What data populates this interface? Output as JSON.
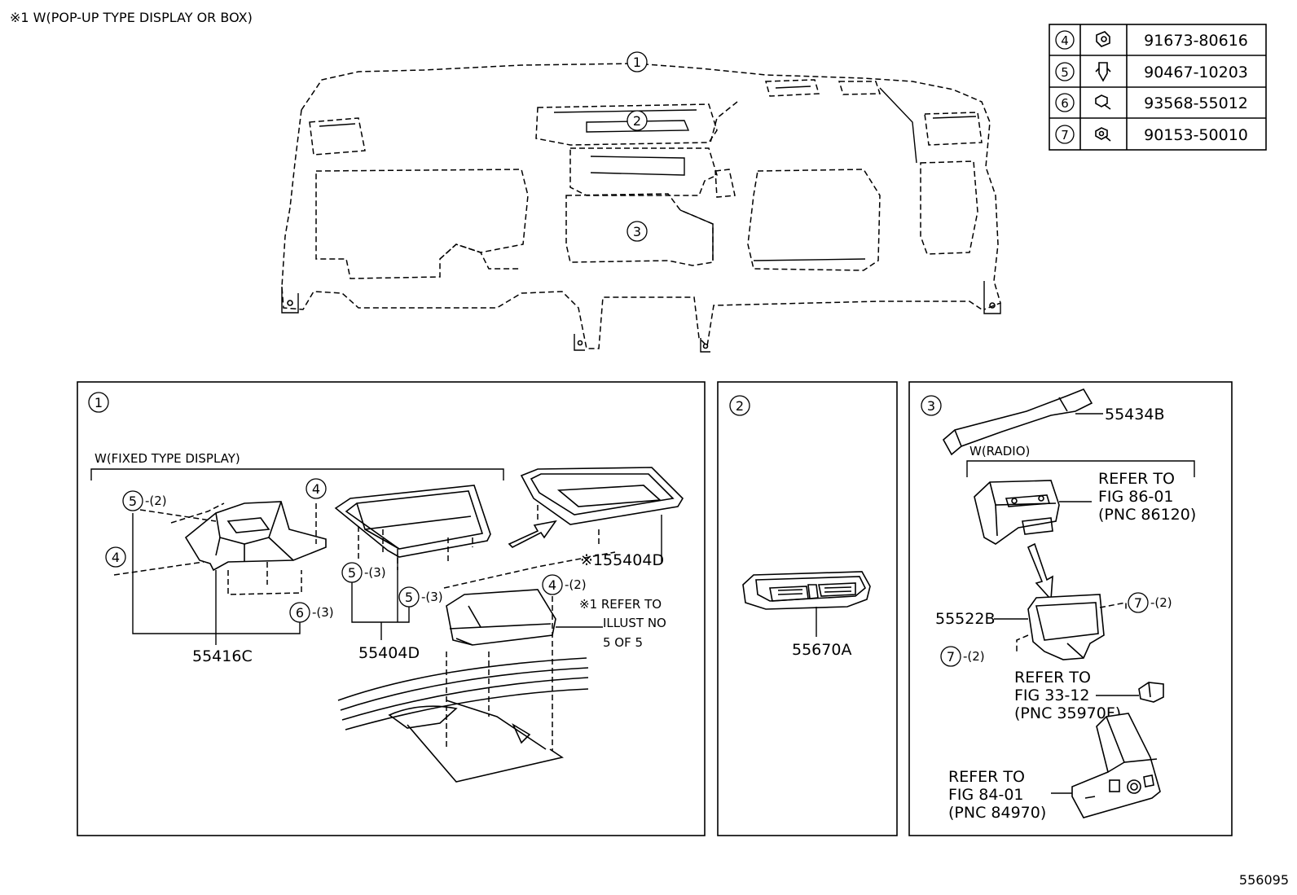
{
  "header": {
    "note": "※1 W(POP-UP TYPE DISPLAY OR BOX)",
    "figure_code": "556095"
  },
  "fastener_table": [
    {
      "ref": "4",
      "part_no": "91673-80616",
      "icon": "bolt-icon"
    },
    {
      "ref": "5",
      "part_no": "90467-10203",
      "icon": "clip-icon"
    },
    {
      "ref": "6",
      "part_no": "93568-55012",
      "icon": "screw-icon"
    },
    {
      "ref": "7",
      "part_no": "90153-50010",
      "icon": "screw-icon"
    }
  ],
  "overview": {
    "callouts": [
      "1",
      "2",
      "3"
    ]
  },
  "panel1": {
    "index": "1",
    "fixed_display_label": "W(FIXED TYPE DISPLAY)",
    "callouts": {
      "c5a": "5",
      "c5a_qty": "-(2)",
      "c4a": "4",
      "c4b": "4",
      "c5b": "5",
      "c5b_qty": "-(3)",
      "c5c": "5",
      "c5c_qty": "-(3)",
      "c6": "6",
      "c6_qty": "-(3)",
      "c4c": "4",
      "c4c_qty": "-(2)"
    },
    "part_55416c": "55416C",
    "part_55404d": "55404D",
    "part_55404d_popup": "※155404D",
    "refer_note": [
      "※1 REFER TO",
      "ILLUST NO",
      "5 OF 5"
    ]
  },
  "panel2": {
    "index": "2",
    "part_55670a": "55670A"
  },
  "panel3": {
    "index": "3",
    "part_55434b": "55434B",
    "radio_label": "W(RADIO)",
    "refer_86": [
      "REFER TO",
      "FIG 86-01",
      "(PNC 86120)"
    ],
    "part_55522b": "55522B",
    "c7a": "7",
    "c7a_qty": "-(2)",
    "c7b": "7",
    "c7b_qty": "-(2)",
    "refer_33": [
      "REFER TO",
      "FIG 33-12",
      "(PNC 35970F)"
    ],
    "refer_84": [
      "REFER TO",
      "FIG 84-01",
      "(PNC 84970)"
    ]
  }
}
